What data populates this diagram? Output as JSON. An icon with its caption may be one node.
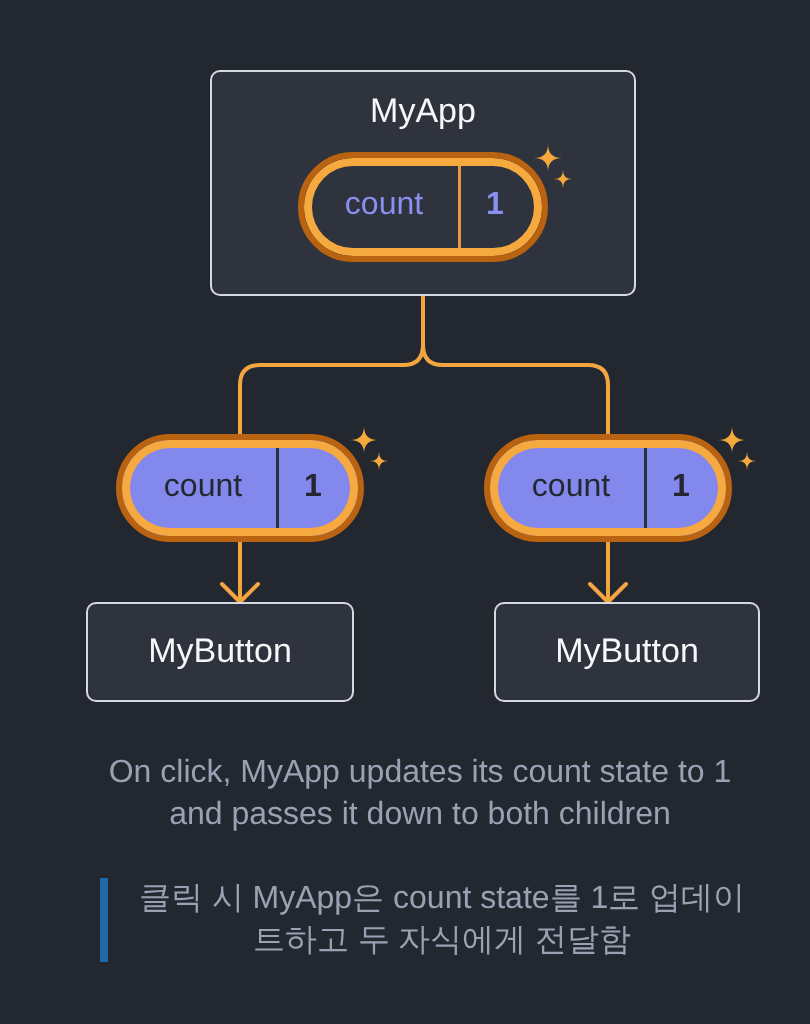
{
  "diagram": {
    "nodes": [
      {
        "text": [
          "MyApp"
        ]
      },
      {
        "text": [
          "count",
          "1"
        ],
        "in": 0
      },
      {
        "text": [
          "count",
          "1"
        ]
      },
      {
        "text": [
          "count",
          "1"
        ]
      },
      {
        "text": [
          "MyButton"
        ]
      },
      {
        "text": [
          "MyButton"
        ]
      }
    ],
    "edges": [
      {
        "from": 0,
        "to": 2,
        "arrow": "none"
      },
      {
        "from": 0,
        "to": 3,
        "arrow": "none"
      },
      {
        "from": 2,
        "to": 4,
        "arrow": "to"
      },
      {
        "from": 3,
        "to": 5,
        "arrow": "to"
      }
    ],
    "caption": "On click, MyApp updates its count state to 1 and passes it down to both children",
    "labels": [
      "클릭 시 MyApp은 count state를 1로 업데이트하고 두 자식에게 전달함"
    ]
  }
}
